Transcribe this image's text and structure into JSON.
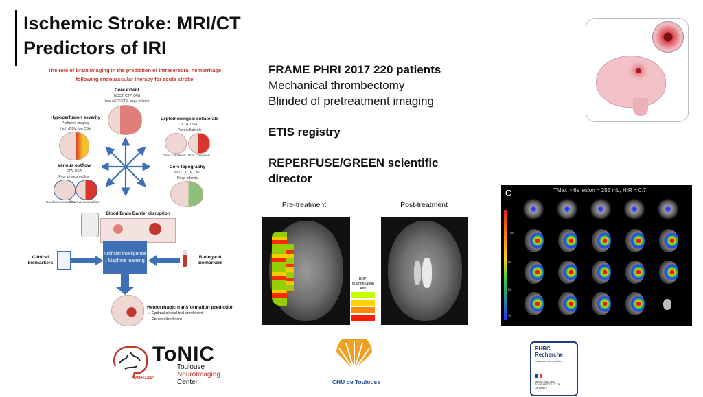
{
  "slide": {
    "title_line1": "Ischemic Stroke: MRI/CT",
    "title_line2": "Predictors of IRI"
  },
  "figure": {
    "title_line1": "The role of brain imaging in the prediction of intracerebral hemorrhage",
    "title_line2": "following endovascular therapy for acute stroke",
    "core_extent": {
      "label": "Core extent",
      "sub": "NCCT, CTP, DWI",
      "sub2": "Low ASPECTS, large volume"
    },
    "hypoperfusion": {
      "label": "Hypoperfusion severity",
      "sub": "Perfusion imaging",
      "sub2": "High rCBV, low CBV"
    },
    "collaterals": {
      "label": "Leptomeningeal collaterals",
      "sub": "CTA, DSA",
      "sub2": "Poor collaterals",
      "good": "Good Collaterals",
      "poor": "Poor Collaterals"
    },
    "venous": {
      "label": "Venous outflow",
      "sub": "CTA, DSA",
      "sub2": "Poor venous outflow",
      "good": "Good venous outflow",
      "poor": "Poor venous outflow"
    },
    "topography": {
      "label": "Core topography",
      "sub": "NCCT, CTP, DWI",
      "sub2": "Deep Infarcts"
    },
    "bbb": {
      "label": "Blood Brain Barrier disruption"
    },
    "clinical": "Clinical biomarkers",
    "ai": "Artificial intelligence / Machine learning",
    "biological": "Biological biomarkers",
    "prediction": {
      "label": "Hemorrhagic transformation prediction",
      "item1": "→ Optimal clinical trial enrollment",
      "item2": "→ Personalized care"
    }
  },
  "body": {
    "line1": "FRAME PHRI 2017 220 patients",
    "line2": "Mechanical thrombectomy",
    "line3": "Blinded of pretreatment imaging",
    "line4": "ETIS registry",
    "line5": "REPERFUSE/GREEN scientific",
    "line6": "director"
  },
  "mri": {
    "pre_label": "Pre-treatment",
    "post_label": "Post-treatment",
    "key_title": "BBPI quantification key",
    "key_colors": [
      "#c8ff00",
      "#ffd400",
      "#ff8a00",
      "#ff2000"
    ]
  },
  "tmax": {
    "panel_letter": "C",
    "title": "TMax > 6s lesion = 255 mL, HIR = 0.7",
    "scale_labels": [
      "10s",
      "8s",
      "6s",
      "4s"
    ]
  },
  "logos": {
    "tonic_name": "ToNIC",
    "tonic_line1": "Toulouse",
    "tonic_line2": "NeuroImaging",
    "tonic_line3": "Center",
    "tonic_umr": "UMR1214",
    "chu": "CHU de Toulouse",
    "phrc_line1": "PHRC",
    "phrc_line2": "Recherche",
    "phrc_small": "hospitalo-universitaire",
    "phrc_ministry": "MINISTÈRE DES SOLIDARITÉS ET DE LA SANTÉ"
  }
}
